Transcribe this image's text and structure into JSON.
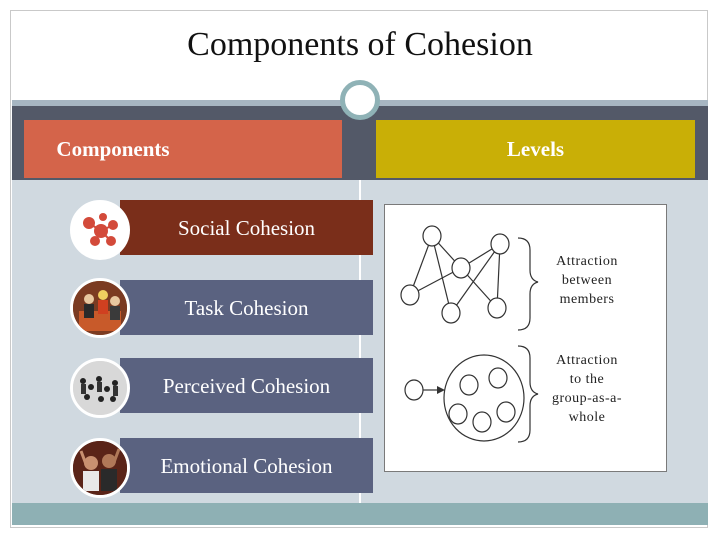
{
  "slide": {
    "title": "Components of Cohesion"
  },
  "columns": {
    "components_header": "Components",
    "levels_header": "Levels"
  },
  "components": [
    {
      "label": "Social Cohesion",
      "color": "#7a2e1a",
      "icon": "social-network-image"
    },
    {
      "label": "Task Cohesion",
      "color": "#5a6280",
      "icon": "team-work-photo"
    },
    {
      "label": "Perceived Cohesion",
      "color": "#5a6280",
      "icon": "crowd-photo"
    },
    {
      "label": "Emotional Cohesion",
      "color": "#5a6280",
      "icon": "celebration-photo"
    }
  ],
  "levels": [
    {
      "label": "Attraction between members"
    },
    {
      "label": "Attraction to the group-as-a-whole"
    }
  ],
  "colors": {
    "components_header_bg": "#d4644a",
    "levels_header_bg": "#c9af06",
    "header_band": "#535968",
    "body_bg": "#d0d9e0",
    "footer_band": "#8eb0b4"
  }
}
